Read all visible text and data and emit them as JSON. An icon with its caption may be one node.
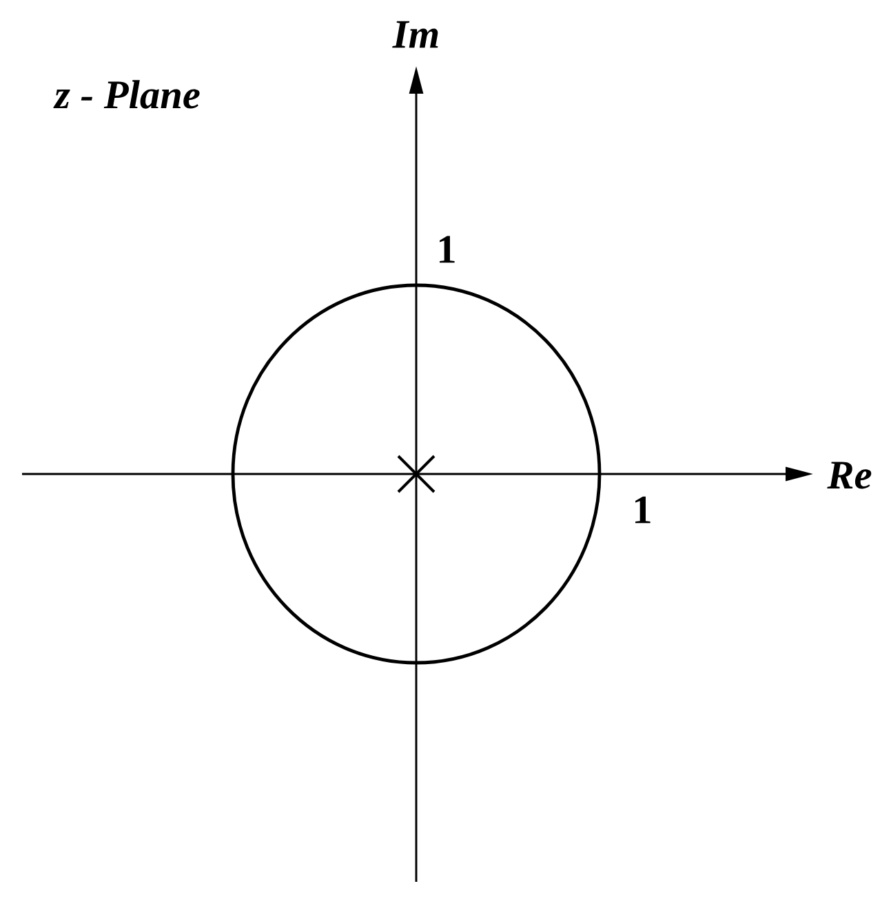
{
  "diagram": {
    "labels": [
      "Im",
      "z - Plane",
      "1",
      "Re",
      "1"
    ]
  }
}
